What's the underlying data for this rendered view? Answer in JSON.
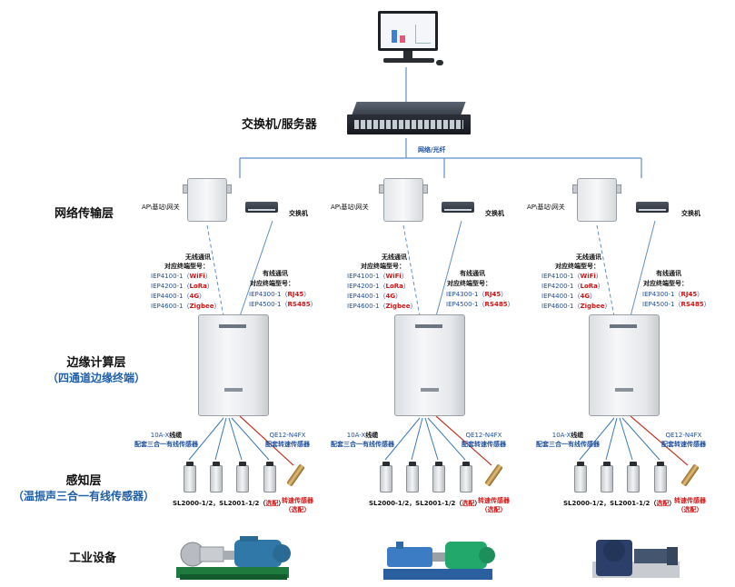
{
  "layers": {
    "switch_server": "交换机/服务器",
    "network": "网络传输层",
    "edge_title": "边缘计算层",
    "edge_sub": "（四通道边缘终端）",
    "sensing_title": "感知层",
    "sensing_sub": "（温振声三合一有线传感器）",
    "industrial": "工业设备"
  },
  "link_label": "网络/光纤",
  "groups": [
    {
      "ap_label": "AP\\基站\\网关",
      "switch_label": "交换机",
      "wireless_title": "无线通讯",
      "wireless_sub": "对应终端型号：",
      "wireless_models": [
        {
          "text": "IEP4100-1（",
          "proto": "WiFi",
          "end": "）"
        },
        {
          "text": "IEP4200-1（",
          "proto": "LoRa",
          "end": "）"
        },
        {
          "text": "IEP4400-1（",
          "proto": "4G",
          "end": "）"
        },
        {
          "text": "IEP4600-1（",
          "proto": "Zigbee",
          "end": "）"
        }
      ],
      "wired_title": "有线通讯",
      "wired_sub": "对应终端型号：",
      "wired_models": [
        {
          "text": "IEP4300-1（",
          "proto": "RJ45",
          "end": "）"
        },
        {
          "text": "IEP4500-1（",
          "proto": "RS485",
          "end": "）"
        }
      ],
      "sensor_left_model": "10A-X",
      "sensor_left_a": "线缆",
      "sensor_left_b": "配套三合一有线传感器",
      "sensor_right_model": "QE12-N4FX",
      "sensor_right_b": "配套转速传感器",
      "sensor_names": "SL2000-1/2，SL2001-1/2（",
      "sensor_names_red": "选配",
      "sensor_names_end": "）",
      "speed_sensor": "转速传感器",
      "speed_sensor_opt": "（选配）"
    },
    {
      "ap_label": "AP\\基站\\网关",
      "switch_label": "交换机",
      "wireless_title": "无线通讯",
      "wireless_sub": "对应终端型号：",
      "wireless_models": [
        {
          "text": "IEP4100-1（",
          "proto": "WiFi",
          "end": "）"
        },
        {
          "text": "IEP4200-1（",
          "proto": "LoRa",
          "end": "）"
        },
        {
          "text": "IEP4400-1（",
          "proto": "4G",
          "end": "）"
        },
        {
          "text": "IEP4600-1（",
          "proto": "Zigbee",
          "end": "）"
        }
      ],
      "wired_title": "有线通讯",
      "wired_sub": "对应终端型号：",
      "wired_models": [
        {
          "text": "IEP4300-1（",
          "proto": "RJ45",
          "end": "）"
        },
        {
          "text": "IEP4500-1（",
          "proto": "RS485",
          "end": "）"
        }
      ],
      "sensor_left_model": "10A-X",
      "sensor_left_a": "线缆",
      "sensor_left_b": "配套三合一有线传感器",
      "sensor_right_model": "QE12-N4FX",
      "sensor_right_b": "配套转速传感器",
      "sensor_names": "SL2000-1/2，SL2001-1/2（",
      "sensor_names_red": "选配",
      "sensor_names_end": "）",
      "speed_sensor": "转速传感器",
      "speed_sensor_opt": "（选配）"
    },
    {
      "ap_label": "AP\\基站\\网关",
      "switch_label": "交换机",
      "wireless_title": "无线通讯",
      "wireless_sub": "对应终端型号：",
      "wireless_models": [
        {
          "text": "IEP4100-1（",
          "proto": "WiFi",
          "end": "）"
        },
        {
          "text": "IEP4200-1（",
          "proto": "LoRa",
          "end": "）"
        },
        {
          "text": "IEP4400-1（",
          "proto": "4G",
          "end": "）"
        },
        {
          "text": "IEP4600-1（",
          "proto": "Zigbee",
          "end": "）"
        }
      ],
      "wired_title": "有线通讯",
      "wired_sub": "对应终端型号：",
      "wired_models": [
        {
          "text": "IEP4300-1（",
          "proto": "RJ45",
          "end": "）"
        },
        {
          "text": "IEP4500-1（",
          "proto": "RS485",
          "end": "）"
        }
      ],
      "sensor_left_model": "10A-X",
      "sensor_left_a": "线缆",
      "sensor_left_b": "配套三合一有线传感器",
      "sensor_right_model": "QE12-N4FX",
      "sensor_right_b": "配套转速传感器",
      "sensor_names": "SL2000-1/2，SL2001-1/2（",
      "sensor_names_red": "选配",
      "sensor_names_end": "）",
      "speed_sensor": "转速传感器",
      "speed_sensor_opt": "（选配）"
    }
  ],
  "colors": {
    "layer_sub": "#1f5fa8",
    "model_blue": "#1f4e9c",
    "highlight_red": "#d21414",
    "trunk_line": "#5d8fc9"
  }
}
